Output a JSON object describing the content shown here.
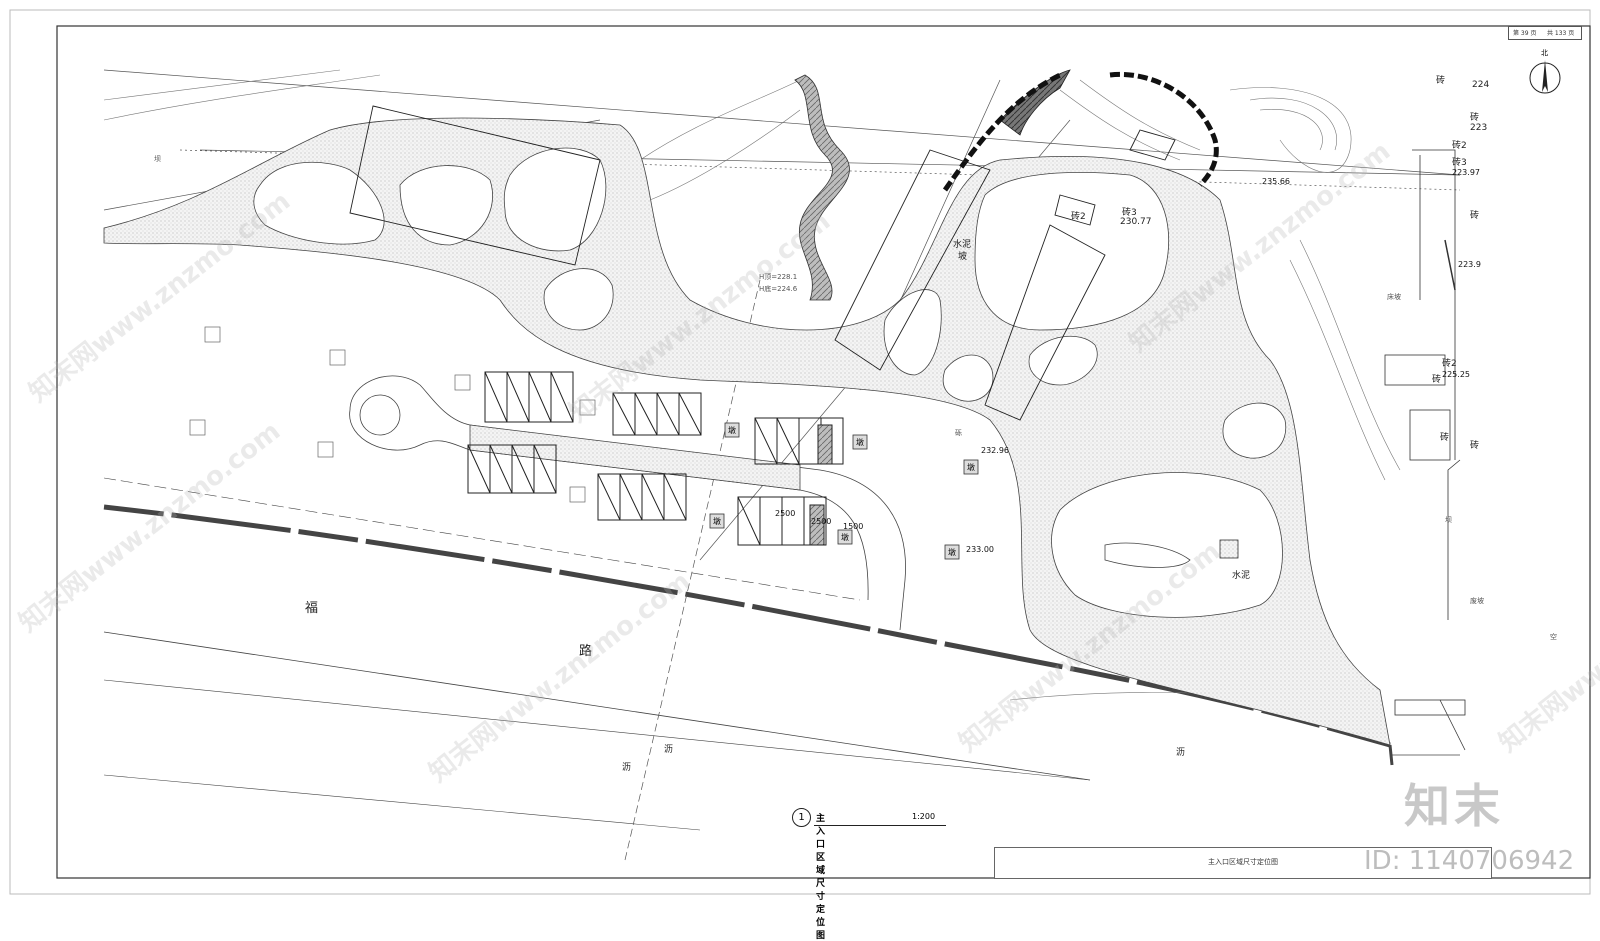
{
  "drawing": {
    "caption_number": "1",
    "caption_title": "主入口区域尺寸定位图",
    "caption_scale": "1:200",
    "title_block_text": "主入口区域尺寸定位图",
    "page_current_label": "第 39 页",
    "page_total_label": "共 133 页",
    "north_label": "北"
  },
  "labels": {
    "road_fu": "福",
    "road_lu": "路",
    "asphalt_1": "沥",
    "asphalt_2": "沥",
    "asphalt_3": "沥",
    "dam_left": "坝",
    "brick_2_a": "砖2",
    "brick_3_a": "砖3",
    "elev_230": "230.77",
    "cement_slope": "水泥",
    "slope_suffix": "坡",
    "h_top": "H顶=228.1",
    "h_bottom": "H底=224.6",
    "pier_1": "墩",
    "pier_2": "墩",
    "pier_3": "墩",
    "pier_4": "墩",
    "pier_5": "墩",
    "pier_6": "墩",
    "elev_232": "232.96",
    "elev_233": "233.00",
    "dim_2500_a": "2500",
    "dim_2500_b": "2500",
    "dim_1500": "1500",
    "cement": "水泥",
    "brick_gravel": "砾",
    "brick_r1": "砖",
    "elev_r1": "224",
    "brick_r2": "砖",
    "elev_r2": "223",
    "brick_2_b": "砖2",
    "brick_3_b": "砖3",
    "elev_223_97": "223.97",
    "elev_235": "235.66",
    "elev_223_9": "223.9",
    "slope_r": "床坡",
    "brick_2_c": "砖2",
    "elev_225": "225.25",
    "brick_r3": "砖",
    "dam_r": "坝",
    "slope_r2": "废坡",
    "empty_r": "空",
    "brick_r4": "砖",
    "brick_r5": "砖",
    "brick_r6": "砖"
  },
  "watermark": {
    "logo": "知末",
    "id": "ID: 1140706942",
    "repeat": "知末网www.znzmo.com"
  }
}
